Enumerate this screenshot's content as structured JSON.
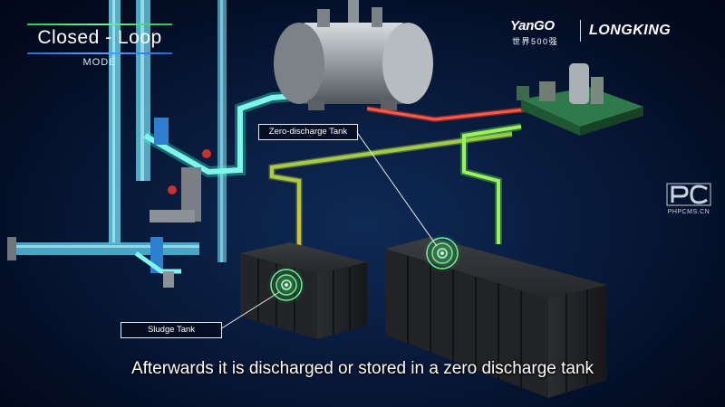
{
  "mode": {
    "title": "Closed - Loop",
    "subtitle": "MODE"
  },
  "brand": {
    "yango": "YanGO",
    "yango_sub": "世界500强",
    "longking": "LONGKING"
  },
  "watermark": {
    "text": "PHPCMS.CN"
  },
  "callouts": {
    "zero_tank": "Zero-discharge Tank",
    "sludge_tank": "Sludge Tank"
  },
  "caption": "Afterwards it is discharged or stored in a zero discharge tank",
  "colors": {
    "pipe": "#5fd0e6",
    "pipe_glow": "#39f2d8",
    "red_pipe": "#e8382b",
    "yellow_pipe": "#d9c23a",
    "green_pipe": "#5cd94a",
    "target_ring": "#45e07a",
    "tank": "#1e2023"
  },
  "icons": [
    "pc-logo-icon",
    "target-ring-icon"
  ]
}
